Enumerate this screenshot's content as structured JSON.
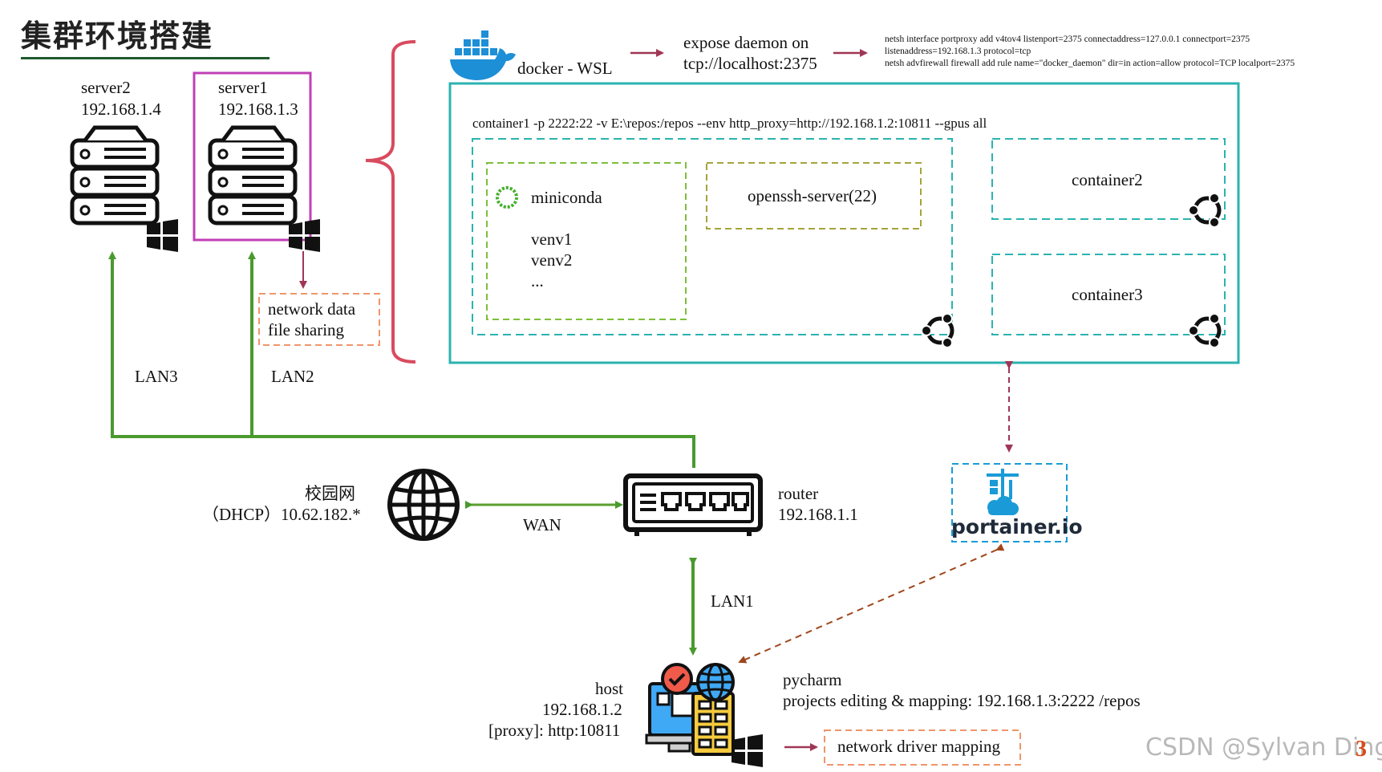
{
  "title": "集群环境搭建",
  "servers": {
    "server2": {
      "name": "server2",
      "ip": "192.168.1.4"
    },
    "server1": {
      "name": "server1",
      "ip": "192.168.1.3"
    }
  },
  "share_box": {
    "line1": "network data",
    "line2": "file sharing"
  },
  "lan_labels": {
    "lan3": "LAN3",
    "lan2": "LAN2",
    "lan1": "LAN1",
    "wan": "WAN"
  },
  "docker": {
    "label": "docker - WSL",
    "expose_line1": "expose daemon on",
    "expose_line2": "tcp://localhost:2375",
    "netsh_lines": [
      "netsh interface portproxy add v4tov4 listenport=2375 connectaddress=127.0.0.1 connectport=2375",
      "listenaddress=192.168.1.3 protocol=tcp",
      "netsh advfirewall firewall add rule name=\"docker_daemon\" dir=in action=allow protocol=TCP localport=2375"
    ]
  },
  "container1": {
    "command": "container1 -p 2222:22 -v E:\\repos:/repos --env http_proxy=http://192.168.1.2:10811 --gpus all",
    "miniconda": "miniconda",
    "envs": [
      "venv1",
      "venv2",
      "..."
    ],
    "openssh": "openssh-server(22)"
  },
  "container2": "container2",
  "container3": "container3",
  "campus": {
    "name": "校园网",
    "dhcp": "（DHCP）10.62.182.*"
  },
  "router": {
    "name": "router",
    "ip": "192.168.1.1"
  },
  "portainer": "portainer.io",
  "host": {
    "name": "host",
    "ip": "192.168.1.2",
    "proxy": "[proxy]: http:10811"
  },
  "pycharm": {
    "line1": "pycharm",
    "line2": "projects editing &  mapping: 192.168.1.3:2222 /repos"
  },
  "network_driver": "network driver mapping",
  "watermark": "CSDN @Sylvan Ding",
  "page_number": "3",
  "colors": {
    "lan_green": "#4a9a2e",
    "wan_green": "#5aa02e",
    "wsl_teal": "#2bb3b0",
    "server1_box": "#c03fb6",
    "brace_red": "#d94b5f",
    "arrow_maroon": "#a03656",
    "share_orange": "#f0956a",
    "portainer_blue": "#1a9bd7",
    "dashed_brown": "#a0461c"
  },
  "icons": [
    "docker-icon",
    "server-icon",
    "windows-icon",
    "globe-icon",
    "router-icon",
    "ubuntu-icon",
    "miniconda-icon",
    "portainer-icon",
    "host-icon"
  ]
}
